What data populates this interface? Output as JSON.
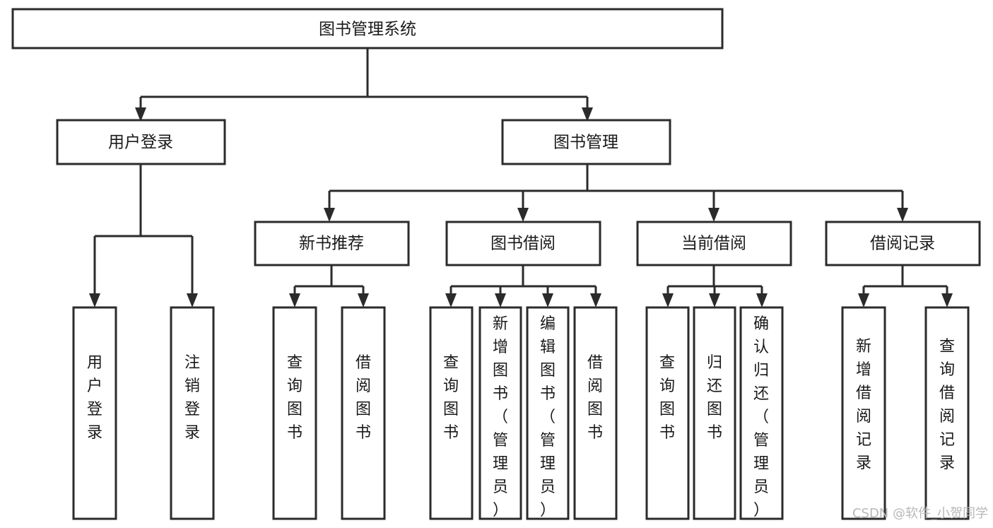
{
  "diagram": {
    "title": "图书管理系统",
    "type": "tree-hierarchy",
    "root": {
      "id": "root",
      "label": "图书管理系统"
    },
    "level2": [
      {
        "id": "user-login",
        "label": "用户登录"
      },
      {
        "id": "book-manage",
        "label": "图书管理"
      }
    ],
    "level3": [
      {
        "id": "new-book-recommend",
        "label": "新书推荐",
        "parent": "book-manage"
      },
      {
        "id": "book-borrow",
        "label": "图书借阅",
        "parent": "book-manage"
      },
      {
        "id": "current-borrow",
        "label": "当前借阅",
        "parent": "book-manage"
      },
      {
        "id": "borrow-record",
        "label": "借阅记录",
        "parent": "book-manage"
      }
    ],
    "leaves": {
      "user-login": [
        {
          "id": "leaf-user-login",
          "label": "用户登录"
        },
        {
          "id": "leaf-user-logout",
          "label": "注销登录"
        }
      ],
      "new-book-recommend": [
        {
          "id": "leaf-query-book-1",
          "label": "查询图书"
        },
        {
          "id": "leaf-borrow-book-1",
          "label": "借阅图书"
        }
      ],
      "book-borrow": [
        {
          "id": "leaf-query-book-2",
          "label": "查询图书"
        },
        {
          "id": "leaf-add-book",
          "label": "新增图书（管理员）"
        },
        {
          "id": "leaf-edit-book",
          "label": "编辑图书（管理员）"
        },
        {
          "id": "leaf-borrow-book-2",
          "label": "借阅图书"
        }
      ],
      "current-borrow": [
        {
          "id": "leaf-query-book-3",
          "label": "查询图书"
        },
        {
          "id": "leaf-return-book",
          "label": "归还图书"
        },
        {
          "id": "leaf-confirm-return",
          "label": "确认归还（管理员）"
        }
      ],
      "borrow-record": [
        {
          "id": "leaf-add-record",
          "label": "新增借阅记录"
        },
        {
          "id": "leaf-query-record",
          "label": "查询借阅记录"
        }
      ]
    }
  },
  "watermark": {
    "text": "CSDN @软件_小贺同学"
  },
  "colors": {
    "stroke": "#2b2b2b",
    "fill": "#ffffff",
    "text": "#1a1a1a",
    "watermark": "#b8b8b8"
  }
}
